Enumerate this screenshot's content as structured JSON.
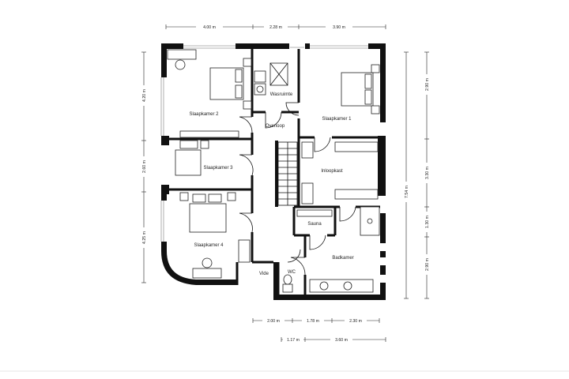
{
  "rooms": {
    "wasruimte": "Wasruimte",
    "slaapkamer2": "Slaapkamer 2",
    "overloop": "Overloop",
    "slaapkamer1": "Slaapkamer 1",
    "slaapkamer3": "Slaapkamer 3",
    "inloopkast": "Inloopkast",
    "sauna": "Sauna",
    "slaapkamer4": "Slaapkamer 4",
    "badkamer": "Badkamer",
    "vide": "Vide",
    "wc": "WC"
  },
  "dimensions": {
    "top": [
      "4.00 m",
      "2.28 m",
      "3.90 m"
    ],
    "left": [
      "4.20 m",
      "2.60 m",
      "4.25 m"
    ],
    "right_inner": [
      "2.90 m",
      "3.30 m",
      "1.30 m",
      "2.90 m"
    ],
    "right_outer": "7.54 m",
    "bottom1": [
      "2.00 m",
      "1.78 m",
      "2.30 m"
    ],
    "bottom2": [
      "1.17 m",
      "3.60 m"
    ]
  }
}
